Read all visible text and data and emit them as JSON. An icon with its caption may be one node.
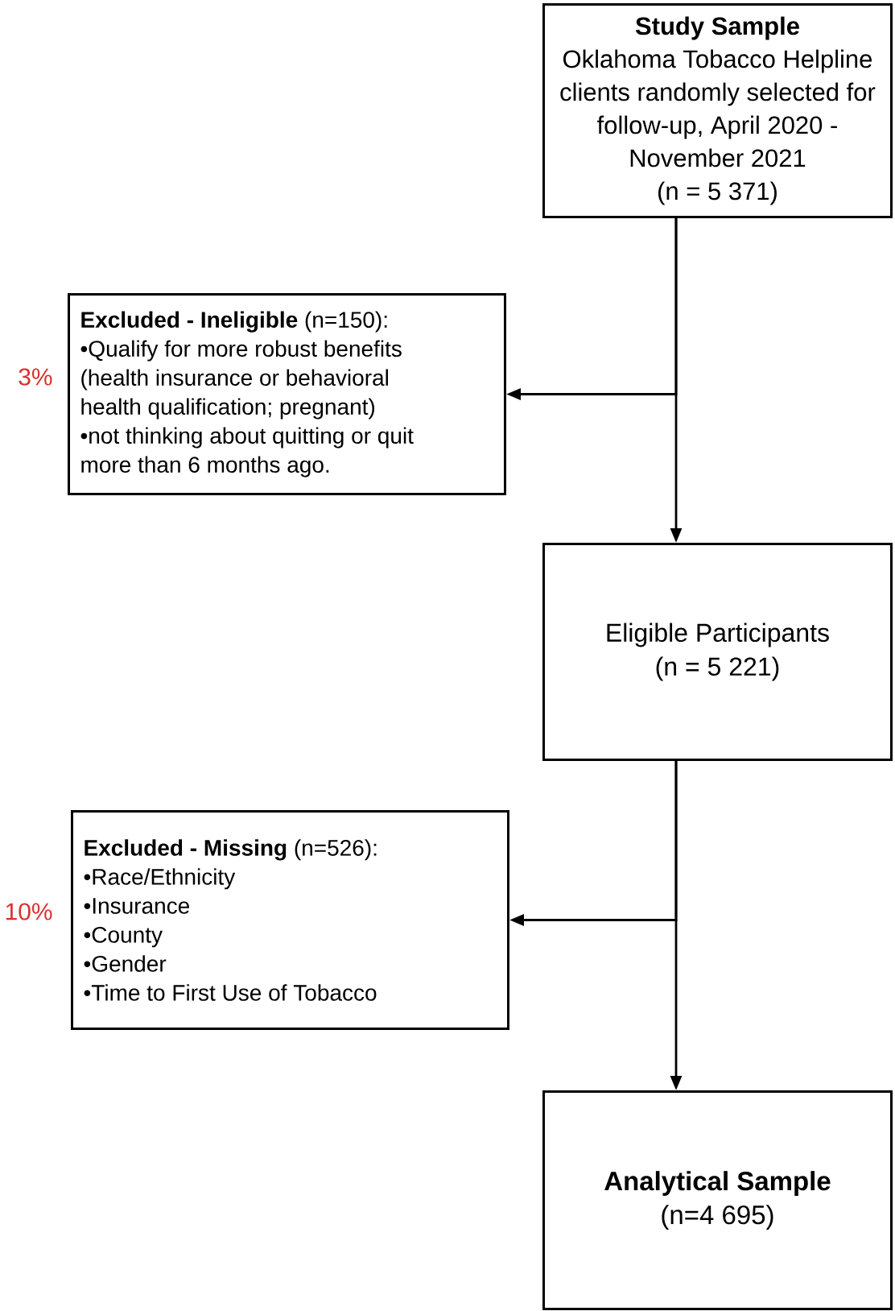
{
  "diagram": {
    "nodes": [
      {
        "text": [
          "Study Sample",
          "Oklahoma Tobacco Helpline clients randomly selected for follow-up, April 2020 - November 2021",
          "(n = 5 371)"
        ]
      },
      {
        "text": [
          "**Excluded - Ineligible** (n=150):",
          "•Qualify for more robust benefits (health insurance or behavioral health qualification; pregnant)",
          "•not thinking about quitting or quit more than 6 months ago."
        ],
        "beside": [
          "3%"
        ]
      },
      {
        "text": [
          "Eligible Participants",
          "(n = 5 221)"
        ]
      },
      {
        "text": [
          "**Excluded - Missing** (n=526):",
          "•Race/Ethnicity",
          "•Insurance",
          "•County",
          "•Gender",
          "•Time to First Use of Tobacco"
        ],
        "beside": [
          "10%"
        ]
      },
      {
        "text": [
          "Analytical Sample",
          "(n=4 695)"
        ]
      }
    ],
    "edges": [
      {
        "from": 0,
        "to": 1,
        "arrow": "to"
      },
      {
        "from": 0,
        "to": 2,
        "arrow": "to"
      },
      {
        "from": 2,
        "to": 3,
        "arrow": "to"
      },
      {
        "from": 2,
        "to": 4,
        "arrow": "to"
      }
    ]
  }
}
